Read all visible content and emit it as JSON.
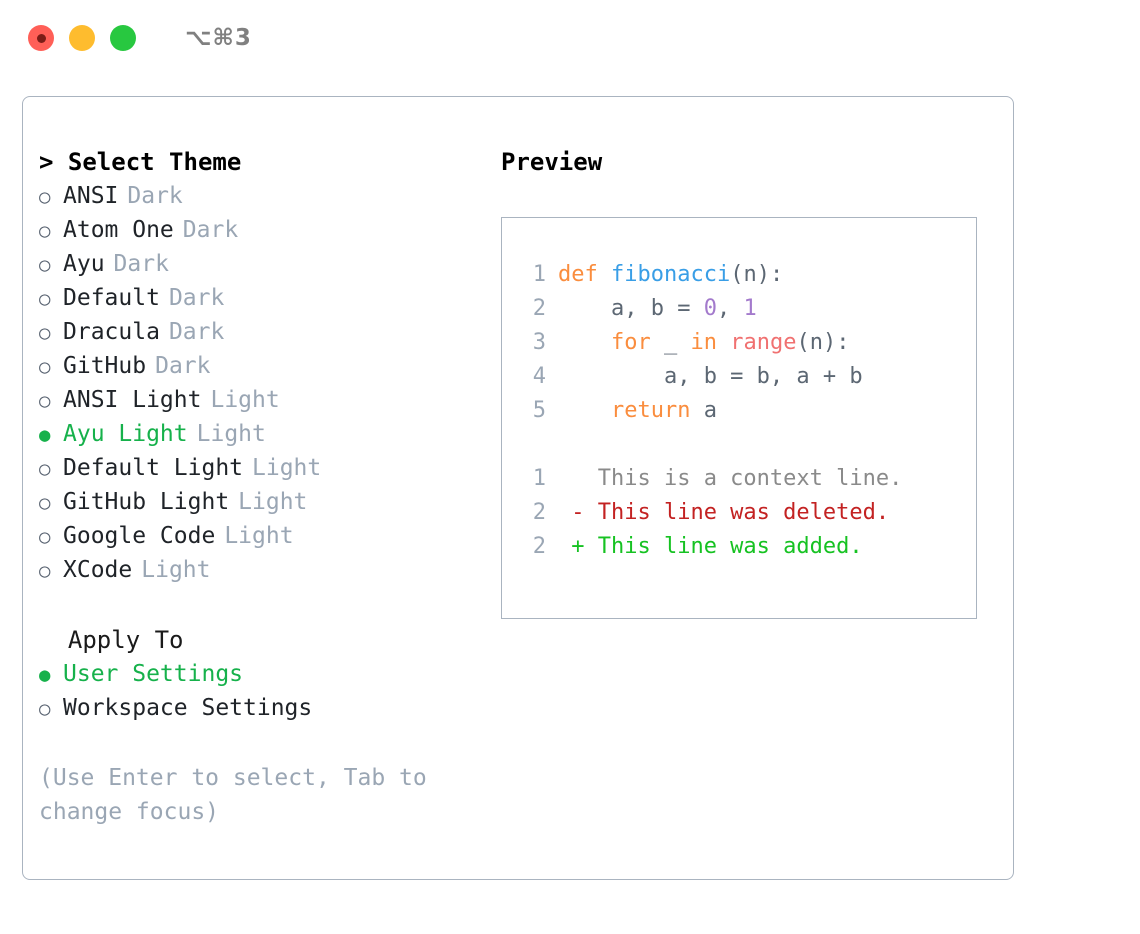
{
  "titlebar": {
    "shortcut": "⌥⌘3",
    "buttons": [
      "close",
      "minimize",
      "maximize"
    ]
  },
  "left": {
    "heading": "> Select Theme",
    "themes": [
      {
        "bullet": "○",
        "name": "ANSI",
        "kind": "Dark",
        "selected": false
      },
      {
        "bullet": "○",
        "name": "Atom One",
        "kind": "Dark",
        "selected": false
      },
      {
        "bullet": "○",
        "name": "Ayu",
        "kind": "Dark",
        "selected": false
      },
      {
        "bullet": "○",
        "name": "Default",
        "kind": "Dark",
        "selected": false
      },
      {
        "bullet": "○",
        "name": "Dracula",
        "kind": "Dark",
        "selected": false
      },
      {
        "bullet": "○",
        "name": "GitHub",
        "kind": "Dark",
        "selected": false
      },
      {
        "bullet": "○",
        "name": "ANSI Light",
        "kind": "Light",
        "selected": false
      },
      {
        "bullet": "●",
        "name": "Ayu Light",
        "kind": "Light",
        "selected": true
      },
      {
        "bullet": "○",
        "name": "Default Light",
        "kind": "Light",
        "selected": false
      },
      {
        "bullet": "○",
        "name": "GitHub Light",
        "kind": "Light",
        "selected": false
      },
      {
        "bullet": "○",
        "name": "Google Code",
        "kind": "Light",
        "selected": false
      },
      {
        "bullet": "○",
        "name": "XCode",
        "kind": "Light",
        "selected": false
      }
    ],
    "apply_heading": "  Apply To",
    "apply_options": [
      {
        "bullet": "●",
        "name": "User Settings",
        "selected": true
      },
      {
        "bullet": "○",
        "name": "Workspace Settings",
        "selected": false
      }
    ],
    "hint": "(Use Enter to select, Tab to change focus)"
  },
  "right": {
    "heading": "Preview",
    "code_lines": [
      {
        "no": "1",
        "tokens": [
          {
            "t": "def ",
            "c": "kw"
          },
          {
            "t": "fibonacci",
            "c": "fn"
          },
          {
            "t": "(n):",
            "c": "pl"
          }
        ]
      },
      {
        "no": "2",
        "tokens": [
          {
            "t": "    a, b = ",
            "c": "pl"
          },
          {
            "t": "0",
            "c": "num"
          },
          {
            "t": ", ",
            "c": "pl"
          },
          {
            "t": "1",
            "c": "num"
          }
        ]
      },
      {
        "no": "3",
        "tokens": [
          {
            "t": "    ",
            "c": "pl"
          },
          {
            "t": "for",
            "c": "kw"
          },
          {
            "t": " _ ",
            "c": "pl"
          },
          {
            "t": "in",
            "c": "kw"
          },
          {
            "t": " ",
            "c": "pl"
          },
          {
            "t": "range",
            "c": "bi"
          },
          {
            "t": "(n):",
            "c": "pl"
          }
        ]
      },
      {
        "no": "4",
        "tokens": [
          {
            "t": "        a, b = b, a + b",
            "c": "pl"
          }
        ]
      },
      {
        "no": "5",
        "tokens": [
          {
            "t": "    ",
            "c": "pl"
          },
          {
            "t": "return",
            "c": "kw"
          },
          {
            "t": " a",
            "c": "pl"
          }
        ]
      }
    ],
    "diff_lines": [
      {
        "no": "1",
        "tokens": [
          {
            "t": "   This is a context line.",
            "c": "ctx"
          }
        ]
      },
      {
        "no": "2",
        "tokens": [
          {
            "t": " - This line was deleted.",
            "c": "del"
          }
        ]
      },
      {
        "no": "2",
        "tokens": [
          {
            "t": " + This line was added.",
            "c": "add"
          }
        ]
      }
    ]
  },
  "colors": {
    "accent_green": "#16b14b",
    "muted": "#9aa6b4",
    "border": "#aab4c0",
    "keyword": "#fa8d3e",
    "function": "#399ee6",
    "builtin": "#f07171",
    "number": "#a37acc",
    "plain": "#5c6773",
    "diff_delete": "#c32222",
    "diff_add": "#16c222"
  }
}
